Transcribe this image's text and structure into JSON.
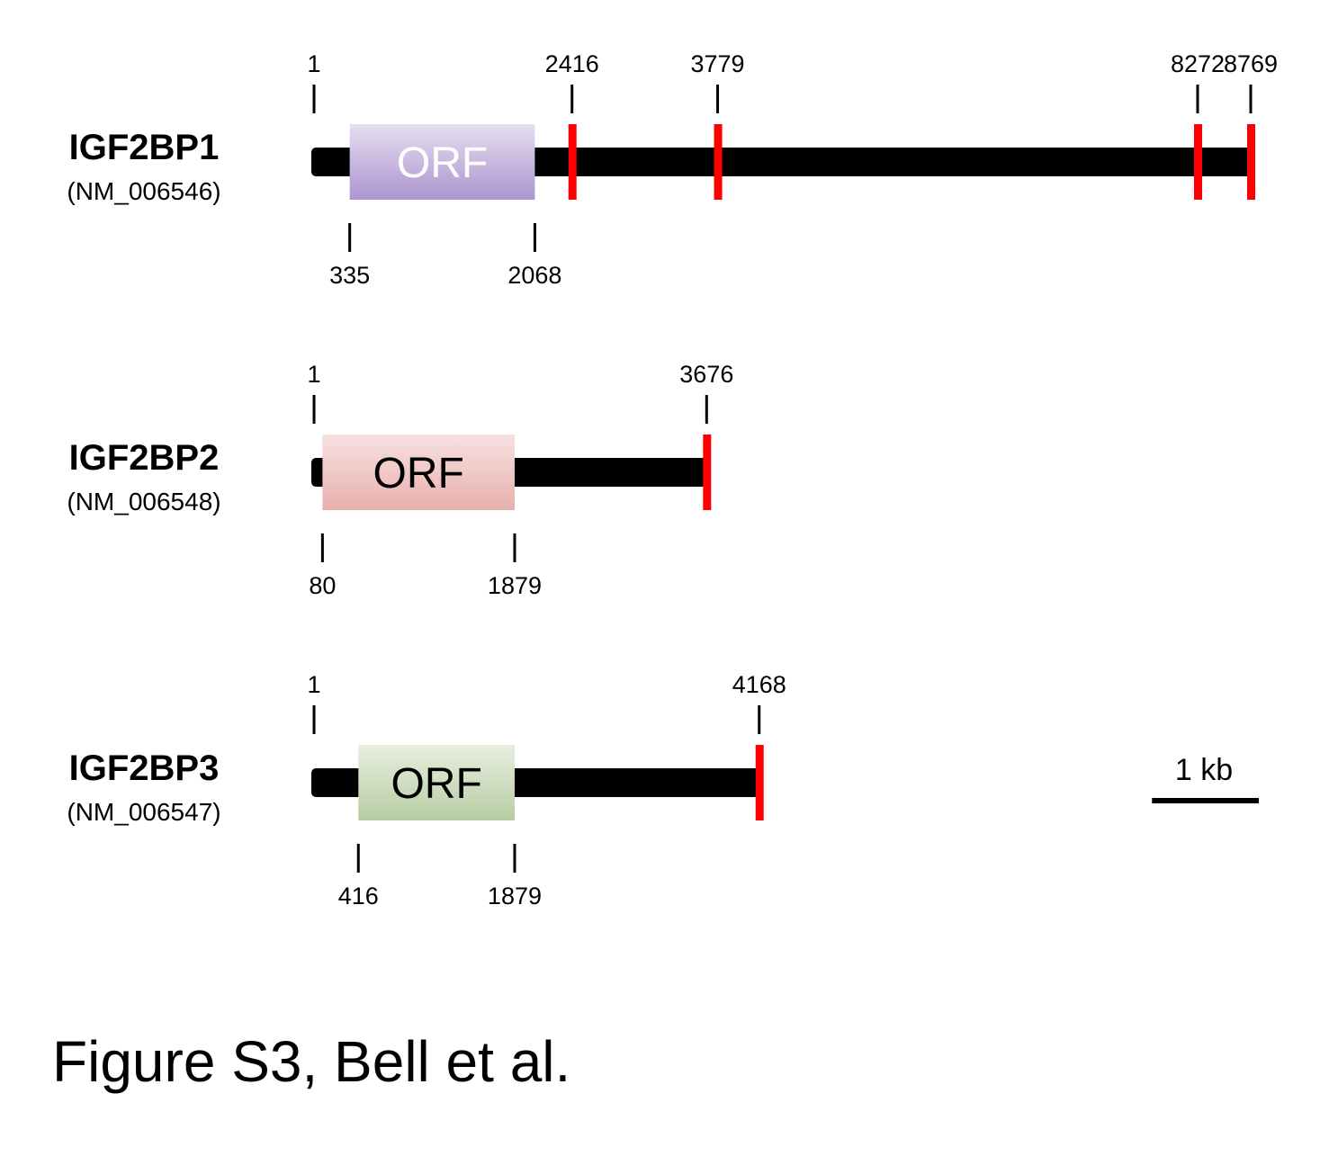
{
  "genes": [
    {
      "name": "IGF2BP1",
      "accession": "(NM_006546)",
      "length": 8769,
      "orf": {
        "label": "ORF",
        "start": 335,
        "end": 2068,
        "color_top": "#e6def0",
        "color_bottom": "#ad94cf",
        "text_color": "#ffffff"
      },
      "top_labels": [
        "1",
        "2416",
        "3779",
        "8272",
        "8769"
      ],
      "top_positions": [
        1,
        2416,
        3779,
        8272,
        8769
      ],
      "red_marks": [
        2416,
        3779,
        8272,
        8769
      ],
      "bottom_labels": [
        "335",
        "2068"
      ],
      "bottom_positions": [
        335,
        2068
      ]
    },
    {
      "name": "IGF2BP2",
      "accession": "(NM_006548)",
      "length": 3676,
      "orf": {
        "label": "ORF",
        "start": 80,
        "end": 1879,
        "color_top": "#f7e1e1",
        "color_bottom": "#e8b0ad",
        "text_color": "#000000"
      },
      "top_labels": [
        "1",
        "3676"
      ],
      "top_positions": [
        1,
        3676
      ],
      "red_marks": [
        3676
      ],
      "bottom_labels": [
        "80",
        "1879"
      ],
      "bottom_positions": [
        80,
        1879
      ]
    },
    {
      "name": "IGF2BP3",
      "accession": "(NM_006547)",
      "length": 4168,
      "orf": {
        "label": "ORF",
        "start": 416,
        "end": 1879,
        "color_top": "#e7efe0",
        "color_bottom": "#b7cca3",
        "text_color": "#000000"
      },
      "top_labels": [
        "1",
        "4168"
      ],
      "top_positions": [
        1,
        4168
      ],
      "red_marks": [
        4168
      ],
      "bottom_labels": [
        "416",
        "1879"
      ],
      "bottom_positions": [
        416,
        1879
      ]
    }
  ],
  "scale_bar": {
    "label": "1 kb",
    "length_bp": 1000
  },
  "caption": "Figure S3, Bell et al.",
  "colors": {
    "transcript": "#000000",
    "marker": "#ff0000"
  }
}
